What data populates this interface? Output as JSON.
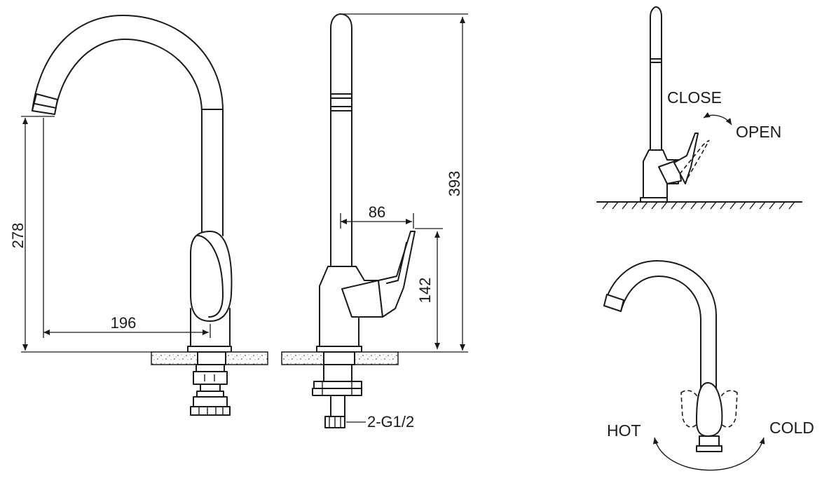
{
  "dimensions": {
    "spout_height": "278",
    "spout_reach": "196",
    "total_height": "393",
    "handle_reach": "86",
    "handle_height": "142"
  },
  "connection": {
    "label": "2-G1/2"
  },
  "operation": {
    "close": "CLOSE",
    "open": "OPEN",
    "hot": "HOT",
    "cold": "COLD"
  }
}
